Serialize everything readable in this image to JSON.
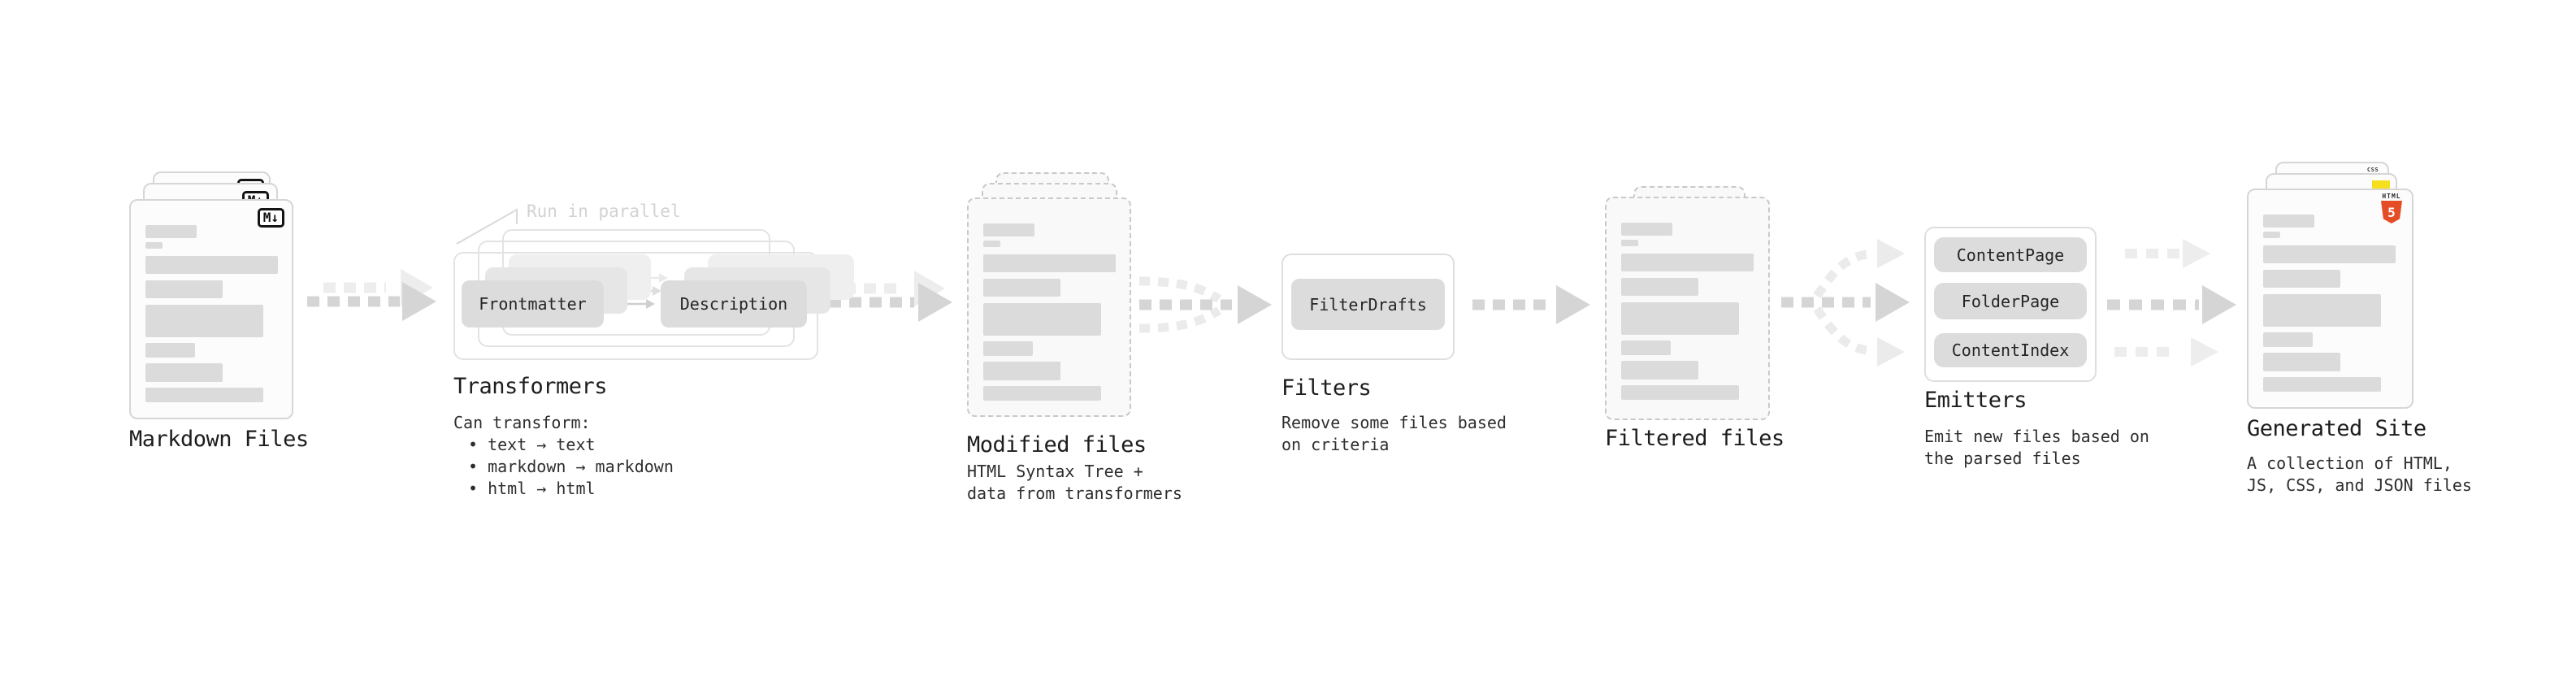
{
  "markdown_files": {
    "title": "Markdown Files",
    "badge_label": "M↓"
  },
  "transformers": {
    "title": "Transformers",
    "callout": "Run in parallel",
    "box_frontmatter": "Frontmatter",
    "box_description": "Description",
    "desc_heading": "Can transform:",
    "bullets": [
      "• text → text",
      "• markdown → markdown",
      "• html → html"
    ]
  },
  "modified_files": {
    "title": "Modified files",
    "desc_line1": "HTML Syntax Tree +",
    "desc_line2": "data from transformers"
  },
  "filters": {
    "title": "Filters",
    "box_label": "FilterDrafts",
    "desc_line1": "Remove some files based",
    "desc_line2": "on criteria"
  },
  "filtered_files": {
    "title": "Filtered files"
  },
  "emitters": {
    "title": "Emitters",
    "box_1": "ContentPage",
    "box_2": "FolderPage",
    "box_3": "ContentIndex",
    "desc_line1": "Emit new files based on",
    "desc_line2": "the parsed files"
  },
  "generated_site": {
    "title": "Generated Site",
    "desc_line1": "A collection of HTML,",
    "desc_line2": "JS, CSS, and JSON files",
    "badge_css_label": "CSS",
    "badge_html_word": "HTML",
    "badge_html_number": "5"
  },
  "colors": {
    "html5_orange": "#e44d26",
    "js_yellow": "#f6df1c",
    "css_blue": "#2b6fe3",
    "arrow_dark": "#d5d5d5",
    "arrow_light": "#ededed",
    "bar_gray": "#dbdbdb"
  }
}
